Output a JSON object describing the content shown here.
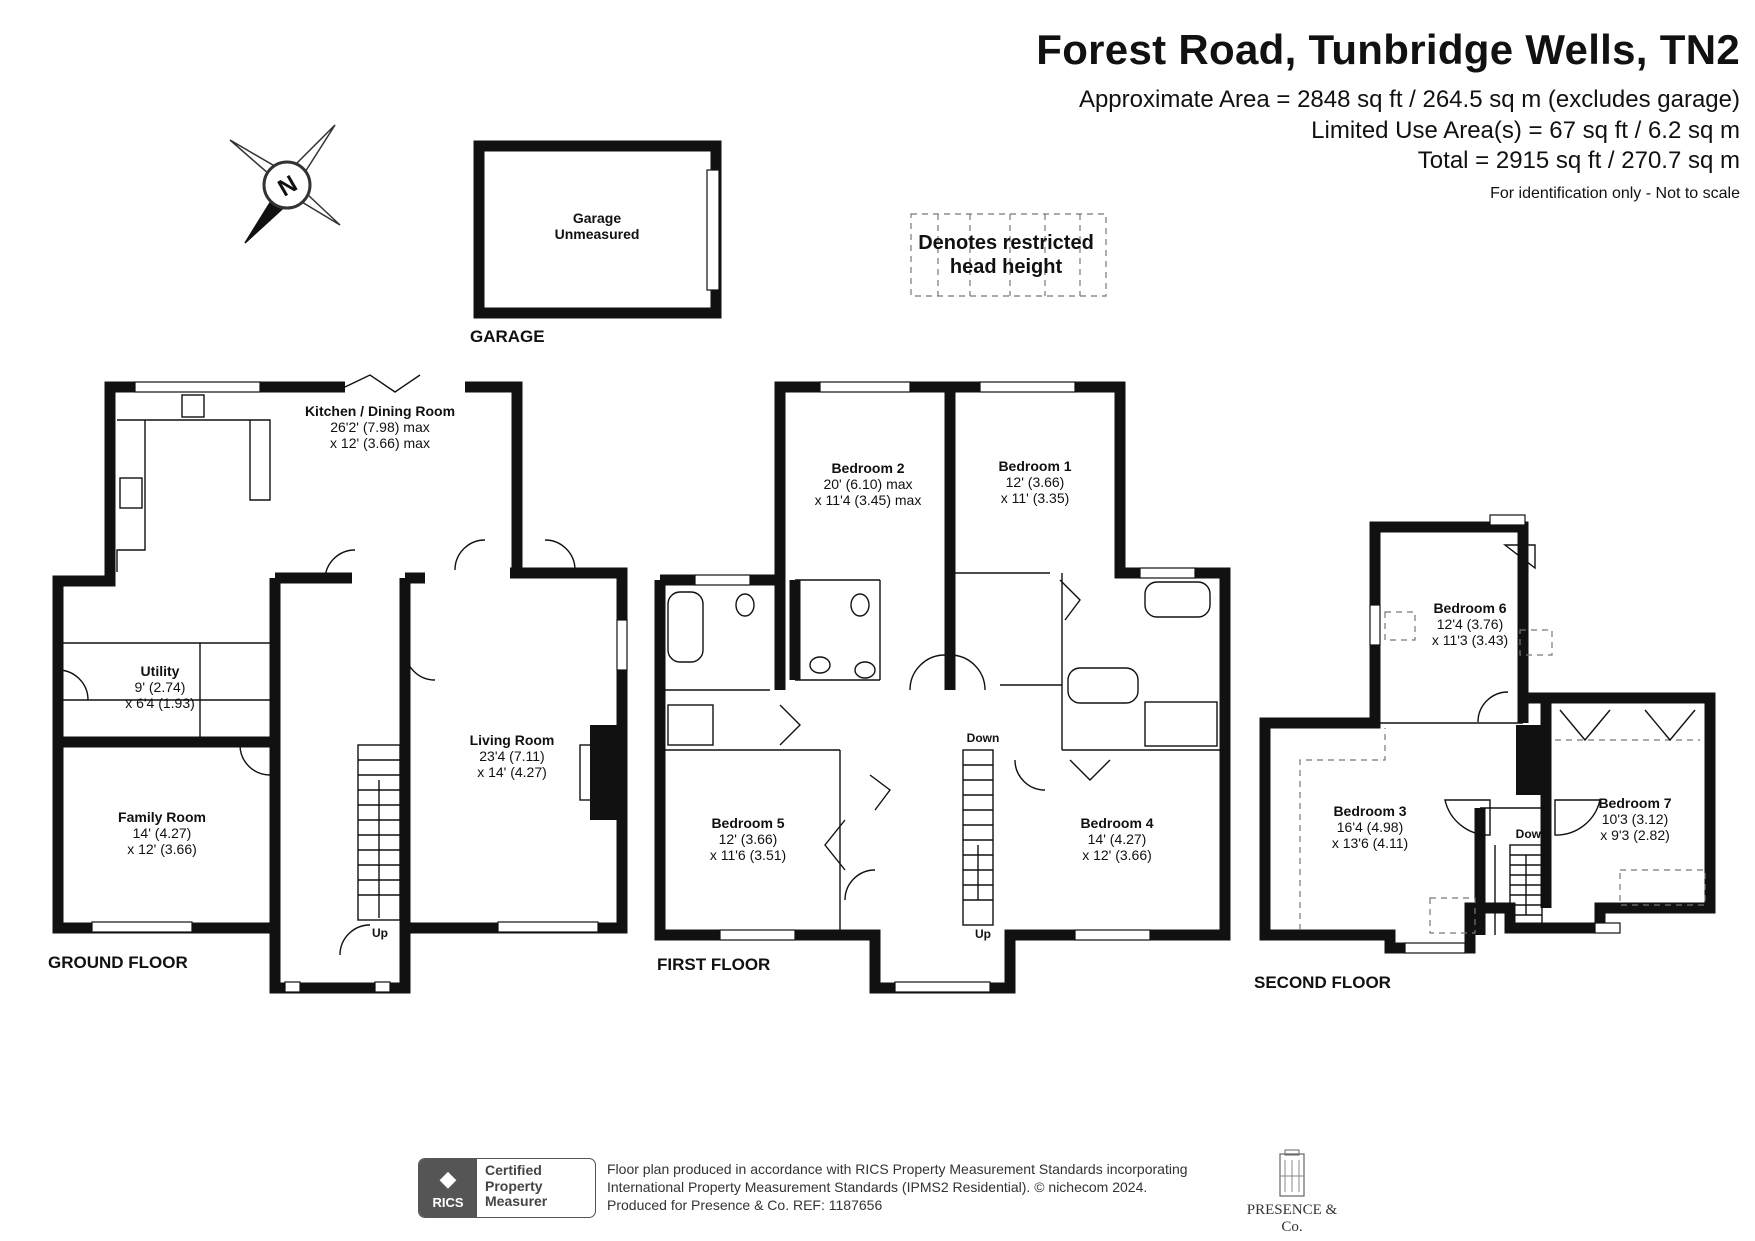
{
  "header": {
    "title": "Forest Road, Tunbridge Wells, TN2",
    "approx_area": "Approximate Area = 2848 sq ft / 264.5 sq m (excludes garage)",
    "limited_use": "Limited Use Area(s) = 67 sq ft / 6.2 sq m",
    "total": "Total = 2915 sq ft / 270.7 sq m",
    "note": "For identification only - Not to scale"
  },
  "legend": {
    "line1": "Denotes restricted",
    "line2": "head height"
  },
  "compass": {
    "label": "N",
    "icon": "compass-icon"
  },
  "garage": {
    "label1": "Garage",
    "label2": "Unmeasured",
    "floor_label": "GARAGE"
  },
  "ground_floor": {
    "label": "GROUND FLOOR",
    "kitchen": {
      "name": "Kitchen / Dining Room",
      "dim1": "26'2' (7.98) max",
      "dim2": "x 12' (3.66) max"
    },
    "utility": {
      "name": "Utility",
      "dim1": "9' (2.74)",
      "dim2": "x 6'4 (1.93)"
    },
    "family": {
      "name": "Family Room",
      "dim1": "14' (4.27)",
      "dim2": "x 12' (3.66)"
    },
    "living": {
      "name": "Living Room",
      "dim1": "23'4 (7.11)",
      "dim2": "x 14' (4.27)"
    },
    "stairs": "Up"
  },
  "first_floor": {
    "label": "FIRST FLOOR",
    "bedroom2": {
      "name": "Bedroom 2",
      "dim1": "20' (6.10) max",
      "dim2": "x 11'4 (3.45) max"
    },
    "bedroom1": {
      "name": "Bedroom 1",
      "dim1": "12' (3.66)",
      "dim2": "x 11' (3.35)"
    },
    "bedroom5": {
      "name": "Bedroom 5",
      "dim1": "12' (3.66)",
      "dim2": "x 11'6 (3.51)"
    },
    "bedroom4": {
      "name": "Bedroom 4",
      "dim1": "14' (4.27)",
      "dim2": "x 12' (3.66)"
    },
    "stairs_down": "Down",
    "stairs_up": "Up"
  },
  "second_floor": {
    "label": "SECOND FLOOR",
    "bedroom6": {
      "name": "Bedroom 6",
      "dim1": "12'4 (3.76)",
      "dim2": "x 11'3 (3.43)"
    },
    "bedroom3": {
      "name": "Bedroom 3",
      "dim1": "16'4 (4.98)",
      "dim2": "x 13'6 (4.11)"
    },
    "bedroom7": {
      "name": "Bedroom 7",
      "dim1": "10'3 (3.12)",
      "dim2": "x 9'3 (2.82)"
    },
    "stairs_down": "Down"
  },
  "footer": {
    "line1": "Floor plan produced in accordance with RICS Property Measurement Standards incorporating",
    "line2": "International Property Measurement Standards (IPMS2 Residential).   © nichecom 2024.",
    "line3": "Produced for Presence & Co.   REF:  1187656",
    "rics_word": "RICS",
    "rics_cert1": "Certified",
    "rics_cert2": "Property",
    "rics_cert3": "Measurer",
    "presence_word": "PRESENCE & Co."
  }
}
